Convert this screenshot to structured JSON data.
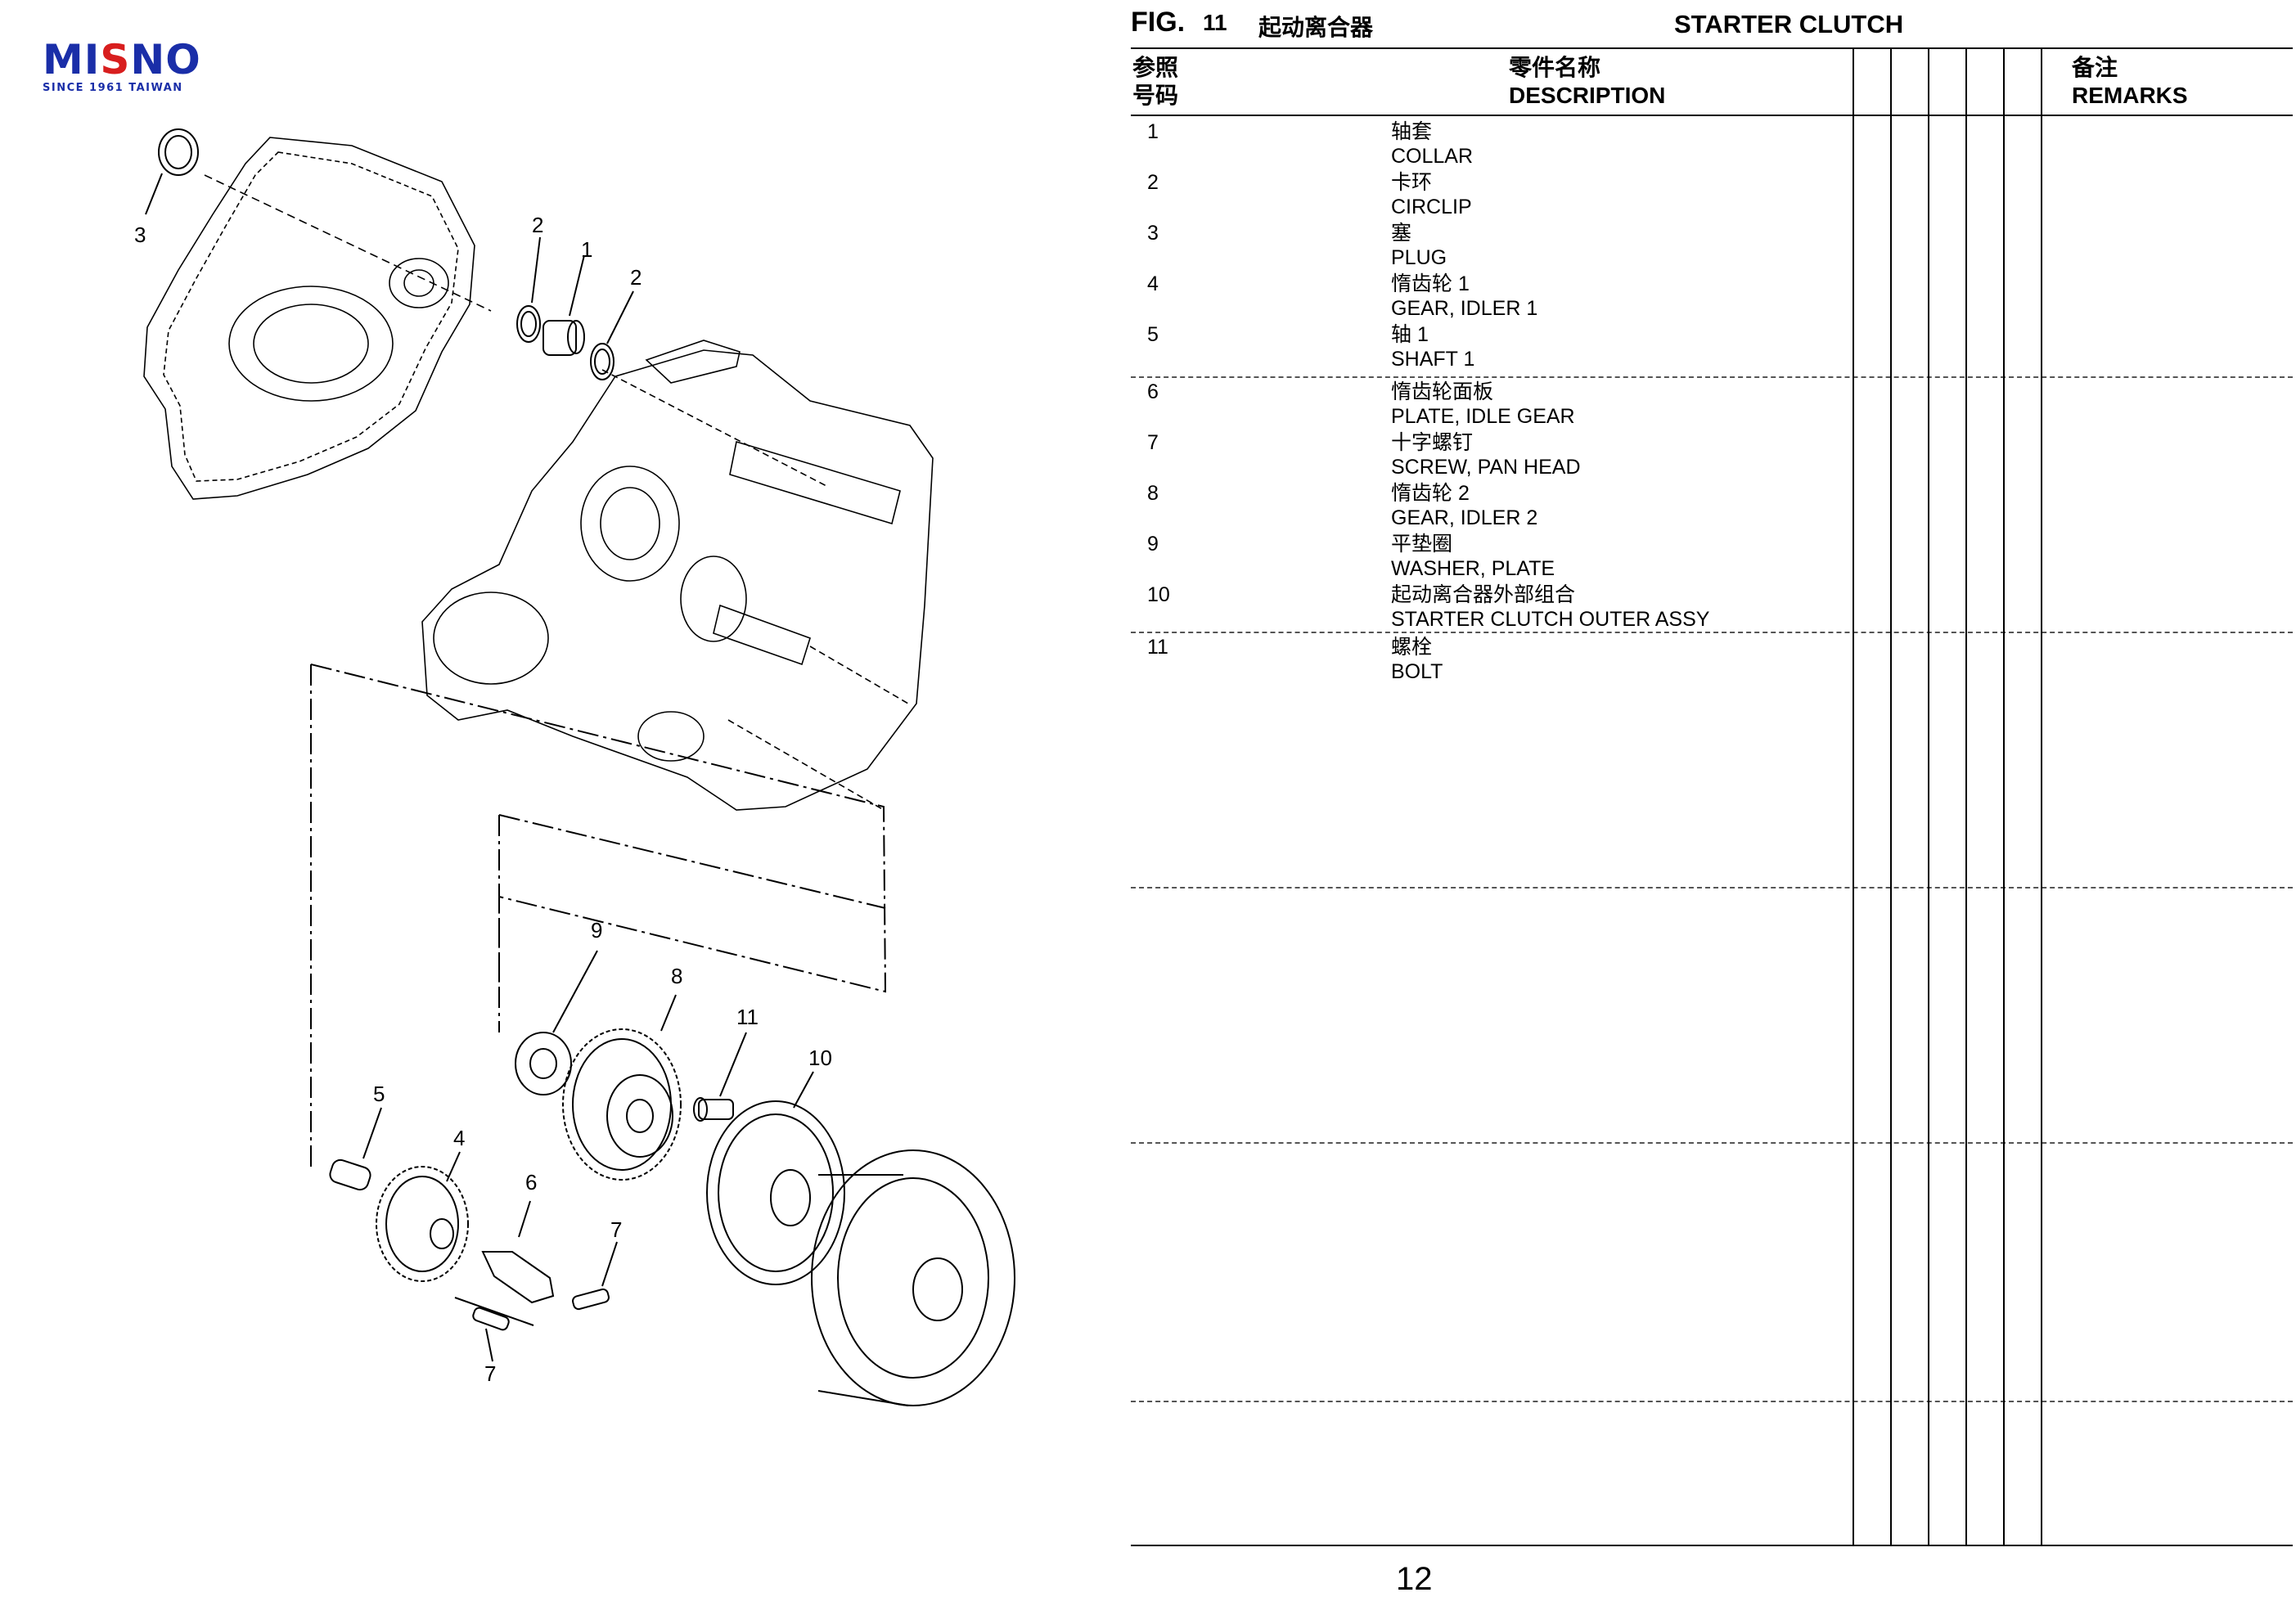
{
  "logo": {
    "brand_m": "MI",
    "brand_s": "S",
    "brand_rest": "NO",
    "since": "SINCE 1961 TAIWAN"
  },
  "header": {
    "fig_label": "FIG.",
    "fig_number": "11",
    "title_cn": "起动离合器",
    "title_en": "STARTER CLUTCH"
  },
  "table": {
    "col_ref_cn": "参照",
    "col_ref_cn2": "号码",
    "col_desc_cn": "零件名称",
    "col_desc_en": "DESCRIPTION",
    "col_remarks_cn": "备注",
    "col_remarks_en": "REMARKS",
    "rows": [
      {
        "no": "1",
        "cn": "轴套",
        "en": "COLLAR"
      },
      {
        "no": "2",
        "cn": "卡环",
        "en": "CIRCLIP"
      },
      {
        "no": "3",
        "cn": "塞",
        "en": "PLUG"
      },
      {
        "no": "4",
        "cn": "惰齿轮 1",
        "en": "GEAR, IDLER 1"
      },
      {
        "no": "5",
        "cn": "轴 1",
        "en": "SHAFT 1"
      },
      {
        "no": "6",
        "cn": "惰齿轮面板",
        "en": "PLATE, IDLE GEAR"
      },
      {
        "no": "7",
        "cn": "十字螺钉",
        "en": "SCREW, PAN HEAD"
      },
      {
        "no": "8",
        "cn": "惰齿轮 2",
        "en": "GEAR, IDLER 2"
      },
      {
        "no": "9",
        "cn": "平垫圈",
        "en": "WASHER, PLATE"
      },
      {
        "no": "10",
        "cn": "起动离合器外部组合",
        "en": "STARTER CLUTCH OUTER ASSY"
      },
      {
        "no": "11",
        "cn": "螺栓",
        "en": "BOLT"
      }
    ]
  },
  "diagram": {
    "callouts": [
      "3",
      "2",
      "1",
      "2",
      "9",
      "8",
      "11",
      "10",
      "5",
      "4",
      "6",
      "7",
      "7"
    ]
  },
  "page_number": "12"
}
